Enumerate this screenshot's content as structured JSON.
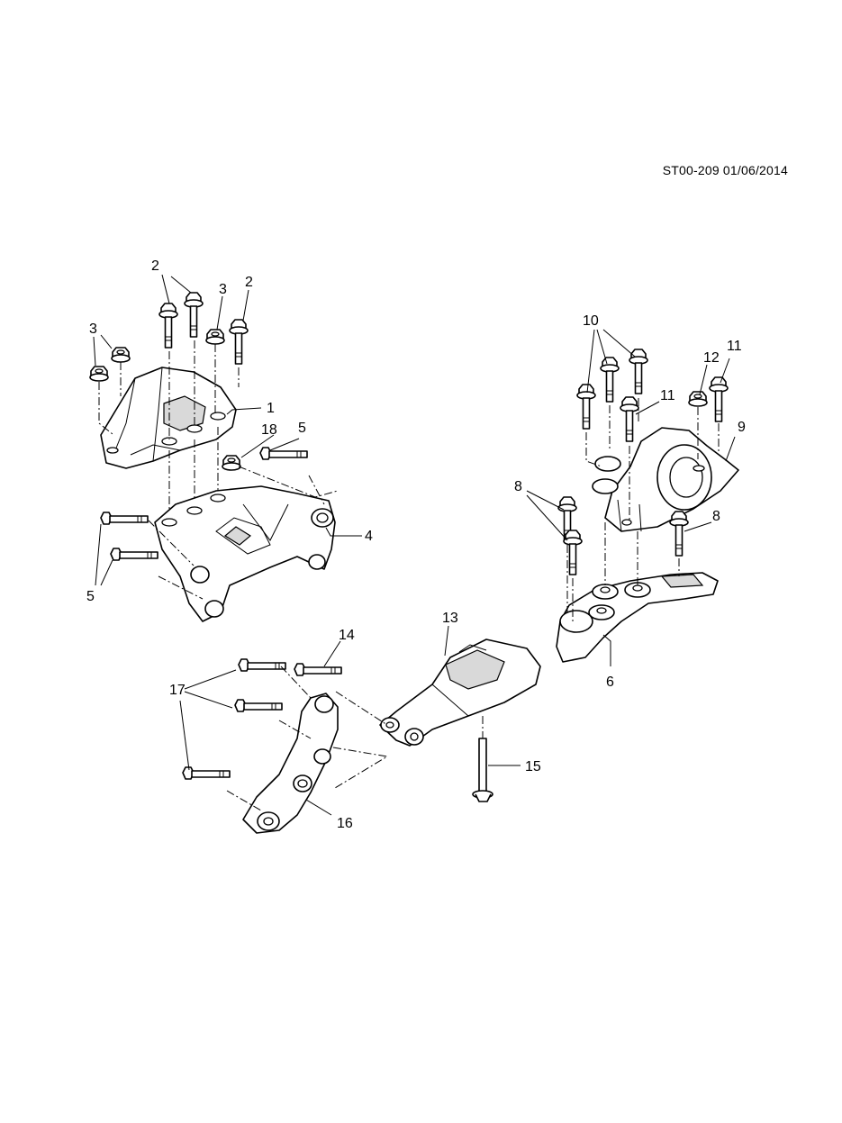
{
  "document_ref": "ST00-209 01/06/2014",
  "callouts": {
    "c1": "1",
    "c2a": "2",
    "c2b": "2",
    "c3a": "3",
    "c3b": "3",
    "c4": "4",
    "c5a": "5",
    "c5b": "5",
    "c6": "6",
    "c8a": "8",
    "c8b": "8",
    "c9": "9",
    "c10": "10",
    "c11a": "11",
    "c11b": "11",
    "c12": "12",
    "c13": "13",
    "c14": "14",
    "c15": "15",
    "c16": "16",
    "c17": "17",
    "c18": "18"
  }
}
